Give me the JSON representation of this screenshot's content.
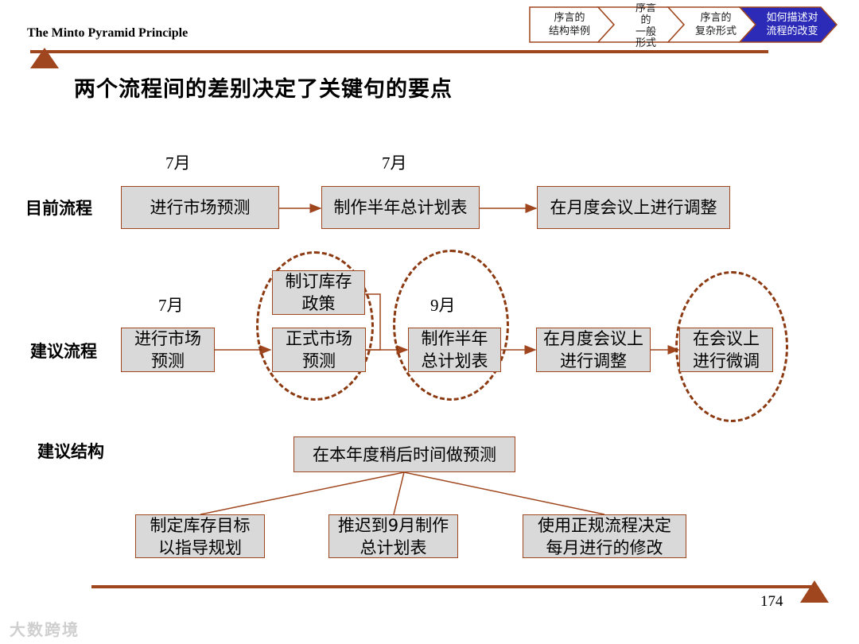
{
  "header": {
    "book_title": "The Minto Pyramid Principle",
    "nav_steps": [
      {
        "l1": "序言的",
        "l2": "结构举例"
      },
      {
        "l1": "序言",
        "l2": "的",
        "l3": "一般",
        "l4": "形式"
      },
      {
        "l1": "序言的",
        "l2": "复杂形式"
      },
      {
        "l1": "如何描述对",
        "l2": "流程的改变"
      }
    ],
    "colors": {
      "accent": "#a0461e",
      "nav_active": "#2b2bb8"
    }
  },
  "headline": "两个流程间的差别决定了关键句的要点",
  "current": {
    "label": "目前流程",
    "months": [
      "7月",
      "7月"
    ],
    "boxes": [
      "进行市场预测",
      "制作半年总计划表",
      "在月度会议上进行调整"
    ]
  },
  "proposed": {
    "label": "建议流程",
    "months": [
      "7月",
      "9月"
    ],
    "boxes": [
      "进行市场\n预测",
      "制订库存\n政策",
      "正式市场\n预测",
      "制作半年\n总计划表",
      "在月度会议上\n进行调整",
      "在会议上\n进行微调"
    ]
  },
  "structure": {
    "label": "建议结构",
    "root": "在本年度稍后时间做预测",
    "children": [
      "制定库存目标\n以指导规划",
      "推迟到9月制作\n总计划表",
      "使用正规流程决定\n每月进行的修改"
    ]
  },
  "footer": {
    "page_number": "174",
    "watermark": "大数跨境"
  }
}
